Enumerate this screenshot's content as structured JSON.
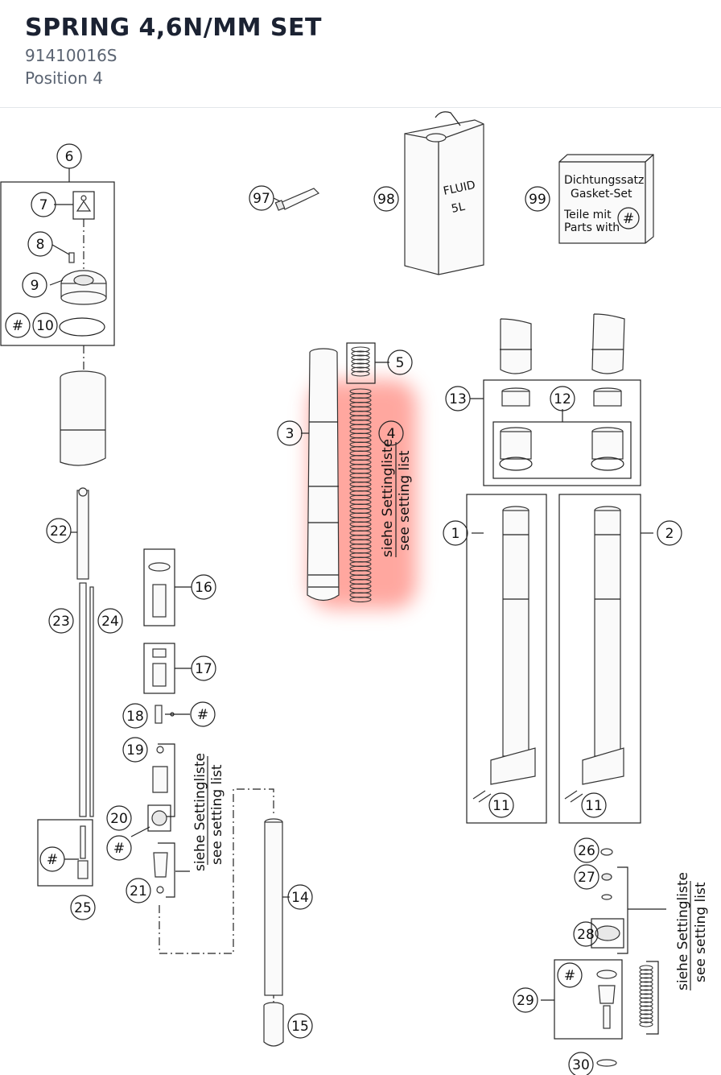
{
  "header": {
    "title": "SPRING 4,6N/MM SET",
    "part_number": "91410016S",
    "position": "Position 4"
  },
  "diagram": {
    "highlight_color": "#ff8a80",
    "callouts": {
      "c1": "1",
      "c2": "2",
      "c3": "3",
      "c4": "4",
      "c5": "5",
      "c6": "6",
      "c7": "7",
      "c8": "8",
      "c9": "9",
      "c10": "10",
      "c11a": "11",
      "c11b": "11",
      "c12": "12",
      "c13": "13",
      "c14": "14",
      "c15": "15",
      "c16": "16",
      "c17": "17",
      "c18": "18",
      "c19": "19",
      "c20": "20",
      "c21": "21",
      "c22": "22",
      "c23": "23",
      "c24": "24",
      "c25": "25",
      "c26": "26",
      "c27": "27",
      "c28": "28",
      "c29": "29",
      "c30": "30",
      "c97": "97",
      "c98": "98",
      "c99": "99",
      "hashA": "#",
      "hashB": "#",
      "hashC": "#",
      "hashD": "#",
      "hashE": "#",
      "hashF": "#"
    },
    "setting_de": "siehe Settingliste",
    "setting_en": "see setting list",
    "fluid_line1": "FLUID",
    "fluid_line2": "5L",
    "gasket_de": "Dichtungssatz",
    "gasket_en": "Gasket-Set",
    "parts_de": "Teile mit",
    "parts_en": "Parts with",
    "gasket_hash": "#"
  }
}
